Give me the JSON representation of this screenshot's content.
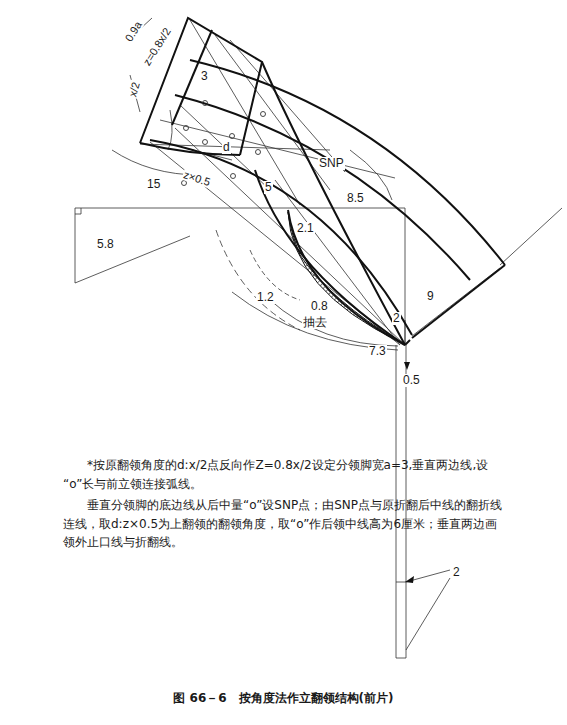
{
  "diagram": {
    "caption": "图 66－6　按角度法作立翻领结构(前片)",
    "labels": [
      "0.9a",
      "z=0.8x/2",
      "x/2",
      "3",
      "d",
      "z×0.5",
      "SNP",
      "15",
      "5",
      "8.5",
      "5.8",
      "2.1",
      "1.2",
      "0.8",
      "抽去",
      "9",
      "2",
      "7.3",
      "0.5",
      "2",
      "*按原翻领角度的d:x/2点反向作Z=0.8x/2设定分领脚宽a=3,垂直两边线,设“o”长与前立领连接弧线。",
      "垂直分领脚的底边线从后中量“o”设SNP点；由SNP点与原折翻后中线的翻折线连线，取d:z×0.5为上翻领的翻领角度，取“o”作后领中线高为6厘米；垂直两边画领外止口线与折翻线。"
    ]
  }
}
